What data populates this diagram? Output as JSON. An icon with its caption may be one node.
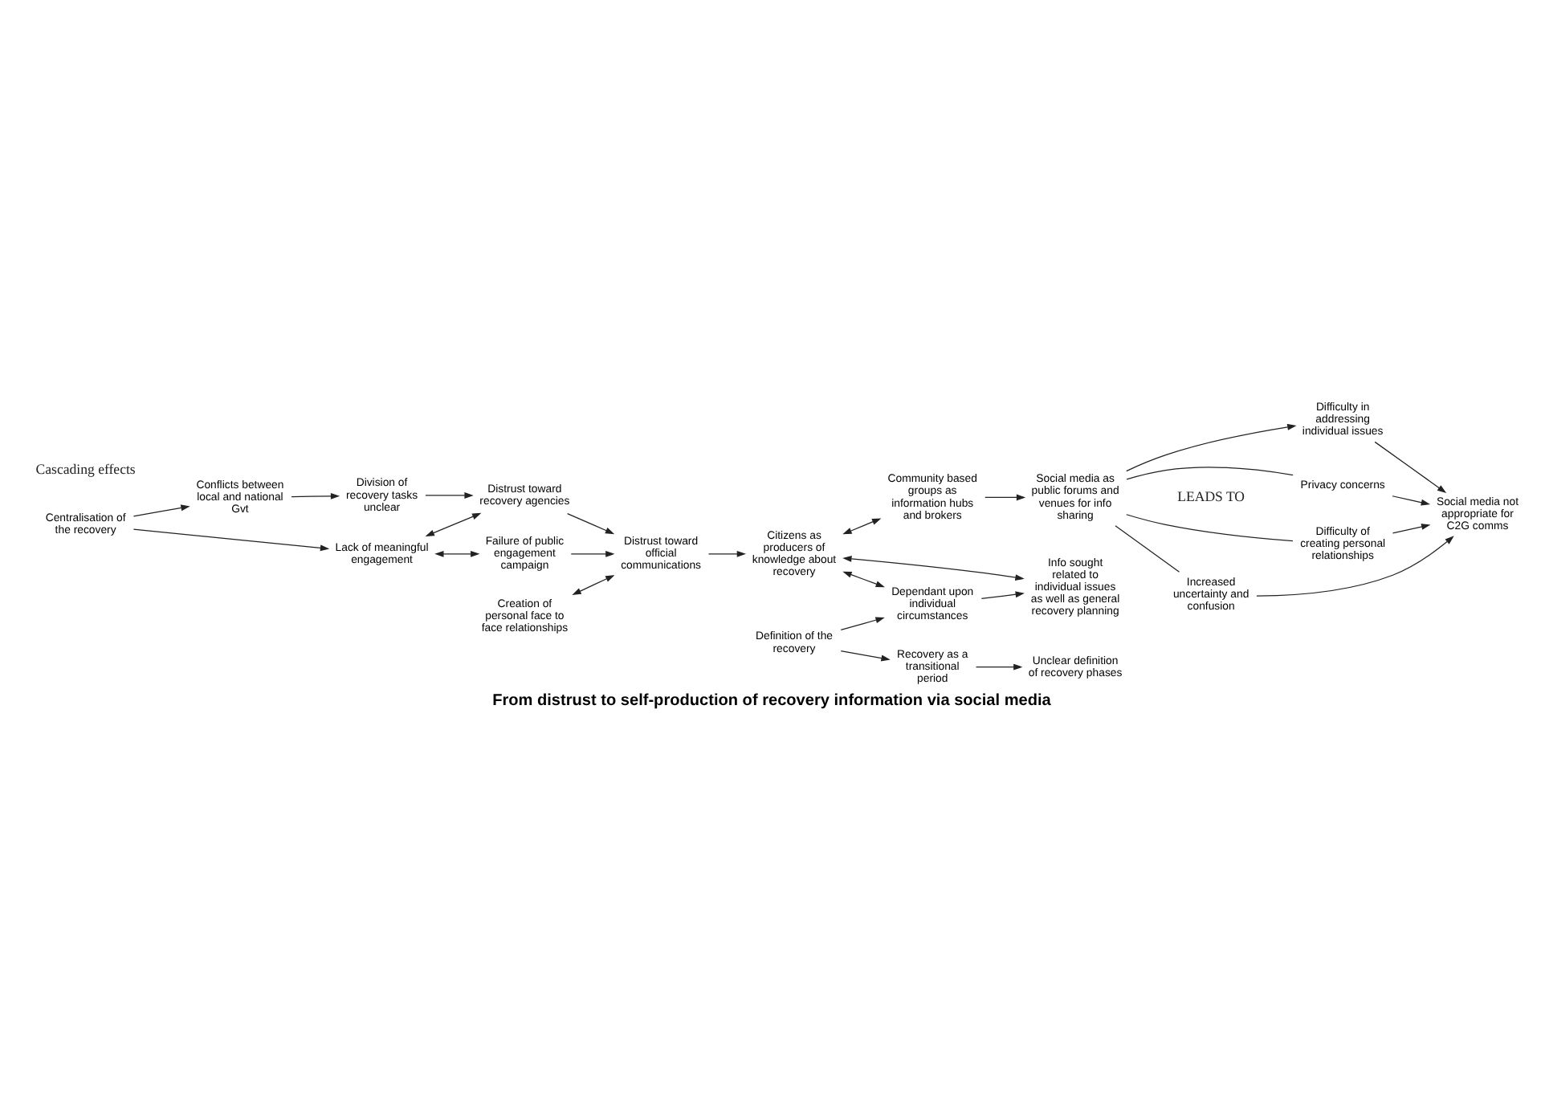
{
  "diagram": {
    "caption": "From distrust to self-production of recovery information via social media",
    "nodes": [
      {
        "text": [
          "Centralisation of the recovery"
        ]
      },
      {
        "text": [
          "Conflicts between local and national Gvt"
        ]
      },
      {
        "text": [
          "Lack of meaningful engagement"
        ]
      },
      {
        "text": [
          "Failure of public engagement campaign"
        ]
      },
      {
        "text": [
          "Distrust toward recovery agencies"
        ]
      },
      {
        "text": [
          "Division of recovery tasks unclear"
        ]
      },
      {
        "text": [
          "Distrust toward official communications"
        ]
      },
      {
        "text": [
          "Creation of personal face to face relationships"
        ]
      },
      {
        "text": [
          "Citizens as producers of knowledge about recovery"
        ]
      },
      {
        "text": [
          "Definition of the recovery"
        ]
      },
      {
        "text": [
          "Dependant upon individual circumstances"
        ]
      },
      {
        "text": [
          "Recovery as a transitional period"
        ]
      },
      {
        "text": [
          "Unclear definition of recovery phases"
        ]
      },
      {
        "text": [
          "Info sought related to individual issues as well as general recovery planning"
        ]
      },
      {
        "text": [
          "Community based groups as information hubs and brokers"
        ]
      },
      {
        "text": [
          "Social media as public forums and venues for info sharing"
        ]
      },
      {
        "text": [
          "Difficulty in addressing individual issues"
        ]
      },
      {
        "text": [
          "Privacy concerns"
        ]
      },
      {
        "text": [
          "Difficulty of creating personal relationships"
        ]
      },
      {
        "text": [
          "Increased uncertainty and confusion"
        ]
      },
      {
        "text": [
          "Social media not appropriate for C2G comms"
        ]
      }
    ],
    "edges": [
      {
        "from": 0,
        "to": 1,
        "arrow": "to"
      },
      {
        "from": 0,
        "to": 2,
        "arrow": "to"
      },
      {
        "from": 2,
        "to": 3,
        "arrow": "both"
      },
      {
        "from": 2,
        "to": 4,
        "arrow": "both"
      },
      {
        "from": 1,
        "to": 5,
        "arrow": "to"
      },
      {
        "from": 5,
        "to": 4,
        "arrow": "to"
      },
      {
        "from": 3,
        "to": 6,
        "arrow": "to"
      },
      {
        "from": 4,
        "to": 6,
        "arrow": "to"
      },
      {
        "from": 6,
        "to": 8,
        "arrow": "to"
      },
      {
        "from": 7,
        "to": 6,
        "arrow": "both"
      },
      {
        "from": 8,
        "to": 10,
        "arrow": "both"
      },
      {
        "from": 8,
        "to": 13,
        "arrow": "both"
      },
      {
        "from": 8,
        "to": 14,
        "arrow": "both"
      },
      {
        "from": 14,
        "to": 15,
        "arrow": "to"
      },
      {
        "from": 9,
        "to": 10,
        "arrow": "to"
      },
      {
        "from": 9,
        "to": 11,
        "arrow": "to"
      },
      {
        "from": 11,
        "to": 12,
        "arrow": "to"
      },
      {
        "from": 10,
        "to": 13,
        "arrow": "to"
      },
      {
        "from": 15,
        "to": 16,
        "arrow": "to"
      },
      {
        "from": 15,
        "to": 17,
        "arrow": "none"
      },
      {
        "from": 15,
        "to": 18,
        "arrow": "none"
      },
      {
        "from": 15,
        "to": 19,
        "arrow": "none"
      },
      {
        "from": 16,
        "to": 20,
        "arrow": "to"
      },
      {
        "from": 17,
        "to": 20,
        "arrow": "to"
      },
      {
        "from": 18,
        "to": 20,
        "arrow": "to"
      },
      {
        "from": 19,
        "to": 20,
        "arrow": "to"
      }
    ],
    "labels": [
      "Cascading effects",
      "LEADS TO"
    ]
  }
}
